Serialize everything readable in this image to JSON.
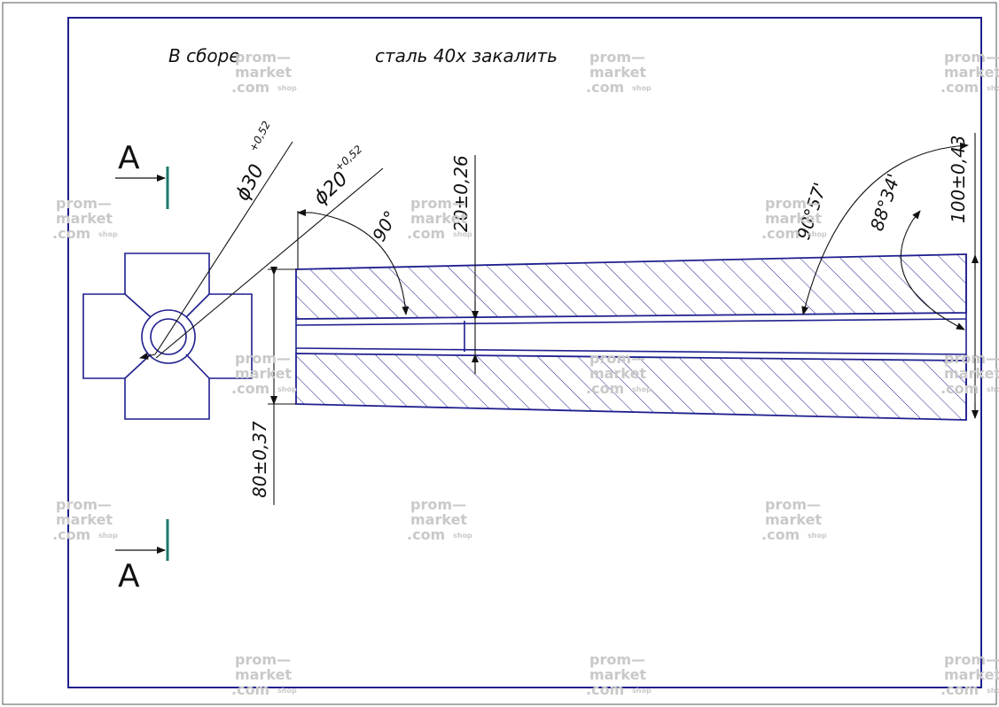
{
  "notes": {
    "assembly": "В сборе",
    "material": "сталь 40х  закалить"
  },
  "section_labels": {
    "top": "А",
    "bottom": "А"
  },
  "dimensions": {
    "dia_outer": "ϕ30",
    "dia_outer_tol": "+0,52",
    "dia_inner": "ϕ20",
    "dia_inner_tol": "+0,52",
    "length_20": "20±0,26",
    "height_80": "80±0,37",
    "height_100": "100±0,43",
    "angle_90": "90°",
    "angle_9057": "90°57'",
    "angle_8834": "88°34'"
  },
  "watermark": {
    "line1": "prom—",
    "line2": "market",
    "line3": ".com",
    "suffix": "shop"
  },
  "colors": {
    "outline": "#1f1f8f",
    "frame": "#1f1f8f",
    "section_marker": "#1a7a6a",
    "dim_line": "#111111",
    "watermark": "#c9c9c9"
  }
}
